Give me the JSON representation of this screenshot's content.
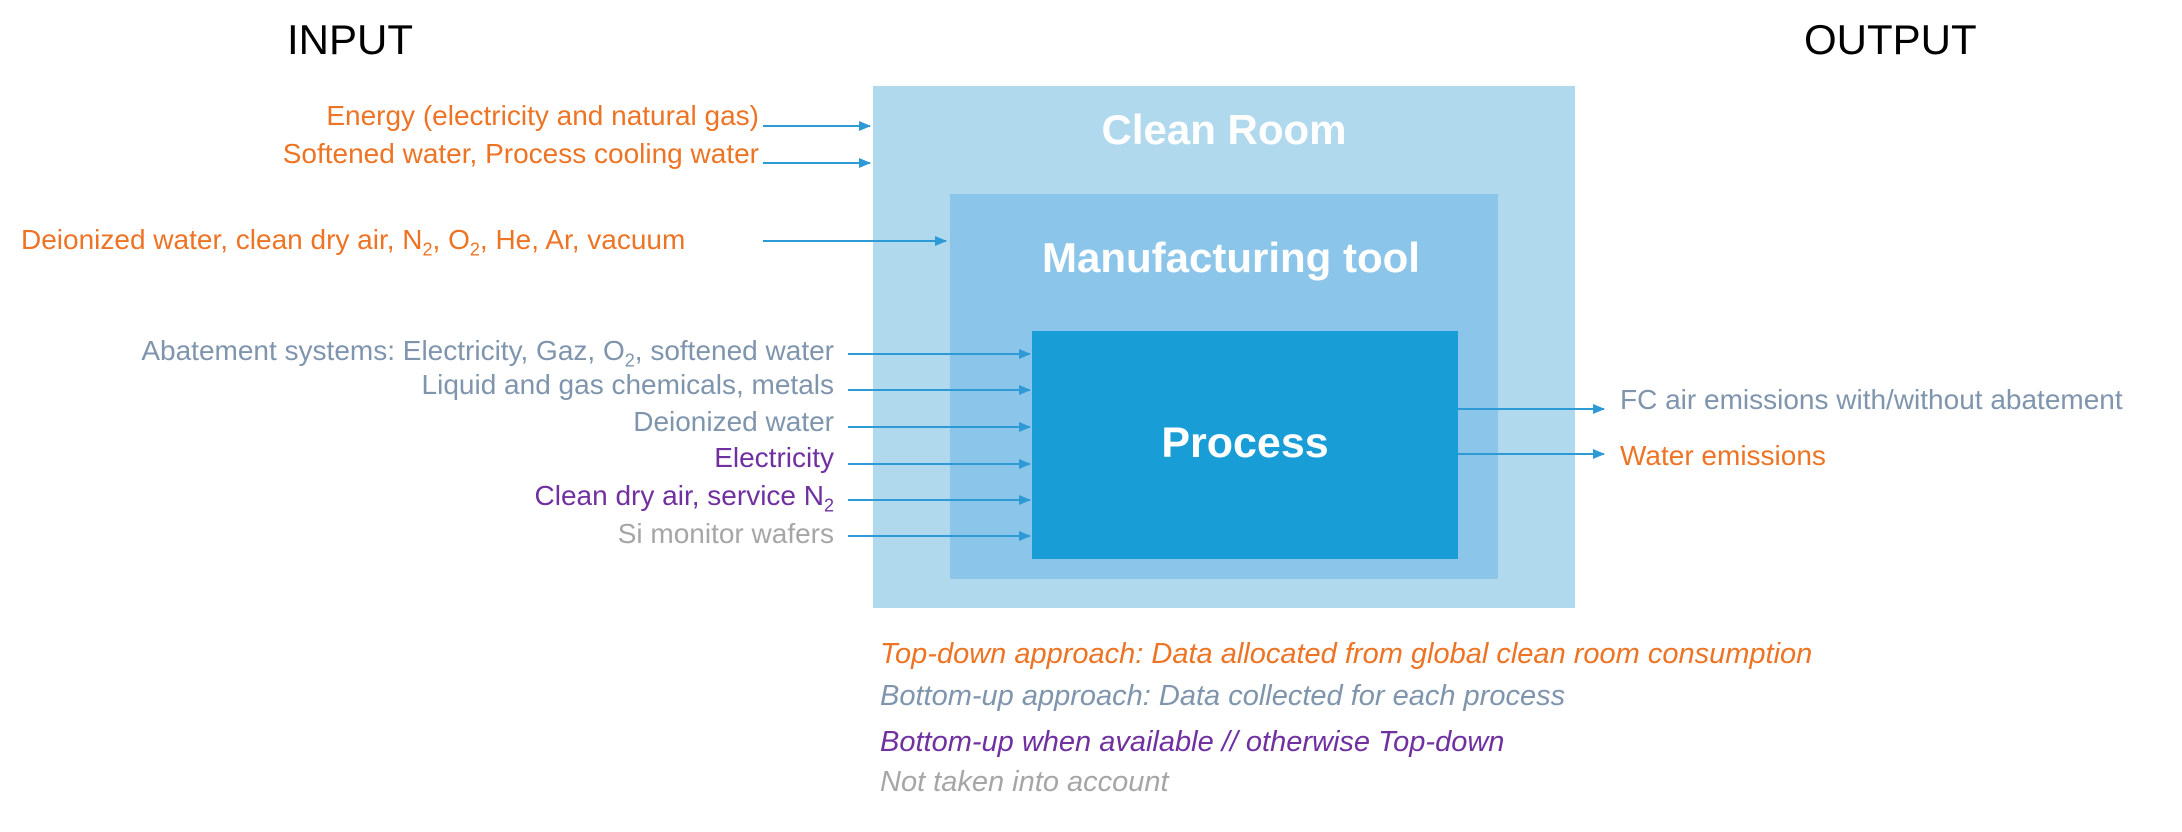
{
  "headings": {
    "input": "INPUT",
    "output": "OUTPUT"
  },
  "colors": {
    "top_down": "#ED7424",
    "bottom_up": "#7F95AE",
    "mixed": "#7030A0",
    "not_counted": "#A6A6A6",
    "clean_room_fill": "#B1D9EE",
    "tool_fill": "#8BC5EA",
    "process_fill": "#189DD6",
    "arrow": "#2D9AD6"
  },
  "boxes": {
    "clean_room": "Clean Room",
    "manufacturing_tool": "Manufacturing tool",
    "process": "Process"
  },
  "inputs": {
    "energy": "Energy (electricity and natural gas)",
    "softened_water": "Softened water, Process cooling water",
    "deionized_air": {
      "a": "Deionized water, clean dry air, N",
      "b": "2",
      "c": ", O",
      "d": "2",
      "e": ", He, Ar, vacuum"
    },
    "abatement": {
      "a": "Abatement systems: Electricity, Gaz, O",
      "b": "2",
      "c": ", softened water"
    },
    "chemicals": "Liquid and gas chemicals, metals",
    "deionized_water": "Deionized water",
    "electricity": "Electricity",
    "clean_dry_air": {
      "a": "Clean dry air, service N",
      "b": "2"
    },
    "si_wafers": "Si monitor wafers"
  },
  "outputs": {
    "fc_air": "FC air emissions with/without abatement",
    "water": "Water emissions"
  },
  "legend": {
    "top_down": "Top-down approach: Data allocated from global clean room consumption",
    "bottom_up": "Bottom-up approach: Data collected for each process",
    "mixed": "Bottom-up when available // otherwise Top-down",
    "not_counted": "Not taken into account"
  }
}
